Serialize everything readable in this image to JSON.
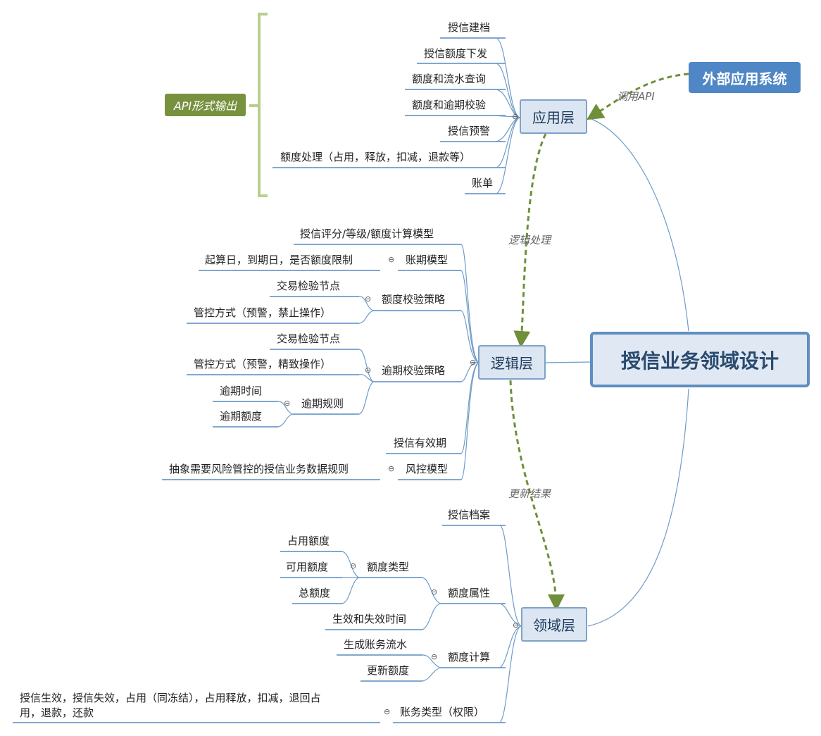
{
  "root": "授信业务领域设计",
  "external": "外部应用系统",
  "api_output": "API形式输出",
  "edges": {
    "call_api": "调用API",
    "logic_process": "逻辑处理",
    "update_result": "更新结果"
  },
  "collapse_glyph": "⊖",
  "layers": {
    "app": {
      "label": "应用层",
      "items": [
        "授信建档",
        "授信额度下发",
        "额度和流水查询",
        "额度和逾期校验",
        "授信预警",
        "额度处理（占用，释放，扣减，退款等）",
        "账单"
      ]
    },
    "logic": {
      "label": "逻辑层",
      "model": "授信评分/等级/额度计算模型",
      "billing": {
        "label": "账期模型",
        "child": "起算日，到期日，是否额度限制"
      },
      "quota_check": {
        "label": "额度校验策略",
        "children": [
          "交易检验节点",
          "管控方式（预警，禁止操作）"
        ]
      },
      "overdue_check": {
        "label": "逾期校验策略",
        "children": [
          "交易检验节点",
          "管控方式（预警，精致操作）"
        ],
        "rule": {
          "label": "逾期规则",
          "children": [
            "逾期时间",
            "逾期额度"
          ]
        }
      },
      "validity": "授信有效期",
      "risk": {
        "label": "风控模型",
        "child": "抽象需要风险管控的授信业务数据规则"
      }
    },
    "domain": {
      "label": "领域层",
      "archive": "授信档案",
      "attr": {
        "label": "额度属性",
        "type": {
          "label": "额度类型",
          "children": [
            "占用额度",
            "可用额度",
            "总额度"
          ]
        },
        "time": "生效和失效时间"
      },
      "calc": {
        "label": "额度计算",
        "children": [
          "生成账务流水",
          "更新额度"
        ]
      },
      "acct": {
        "label": "账务类型（权限）",
        "child_line1": "授信生效，授信失效，占用（同冻结），占用释放，扣减，退回占",
        "child_line2": "用，退款，还款"
      }
    }
  },
  "colors": {
    "branch": "#6e9bc9",
    "dashed": "#6f8f3a",
    "bracket": "#b7cf8e"
  }
}
